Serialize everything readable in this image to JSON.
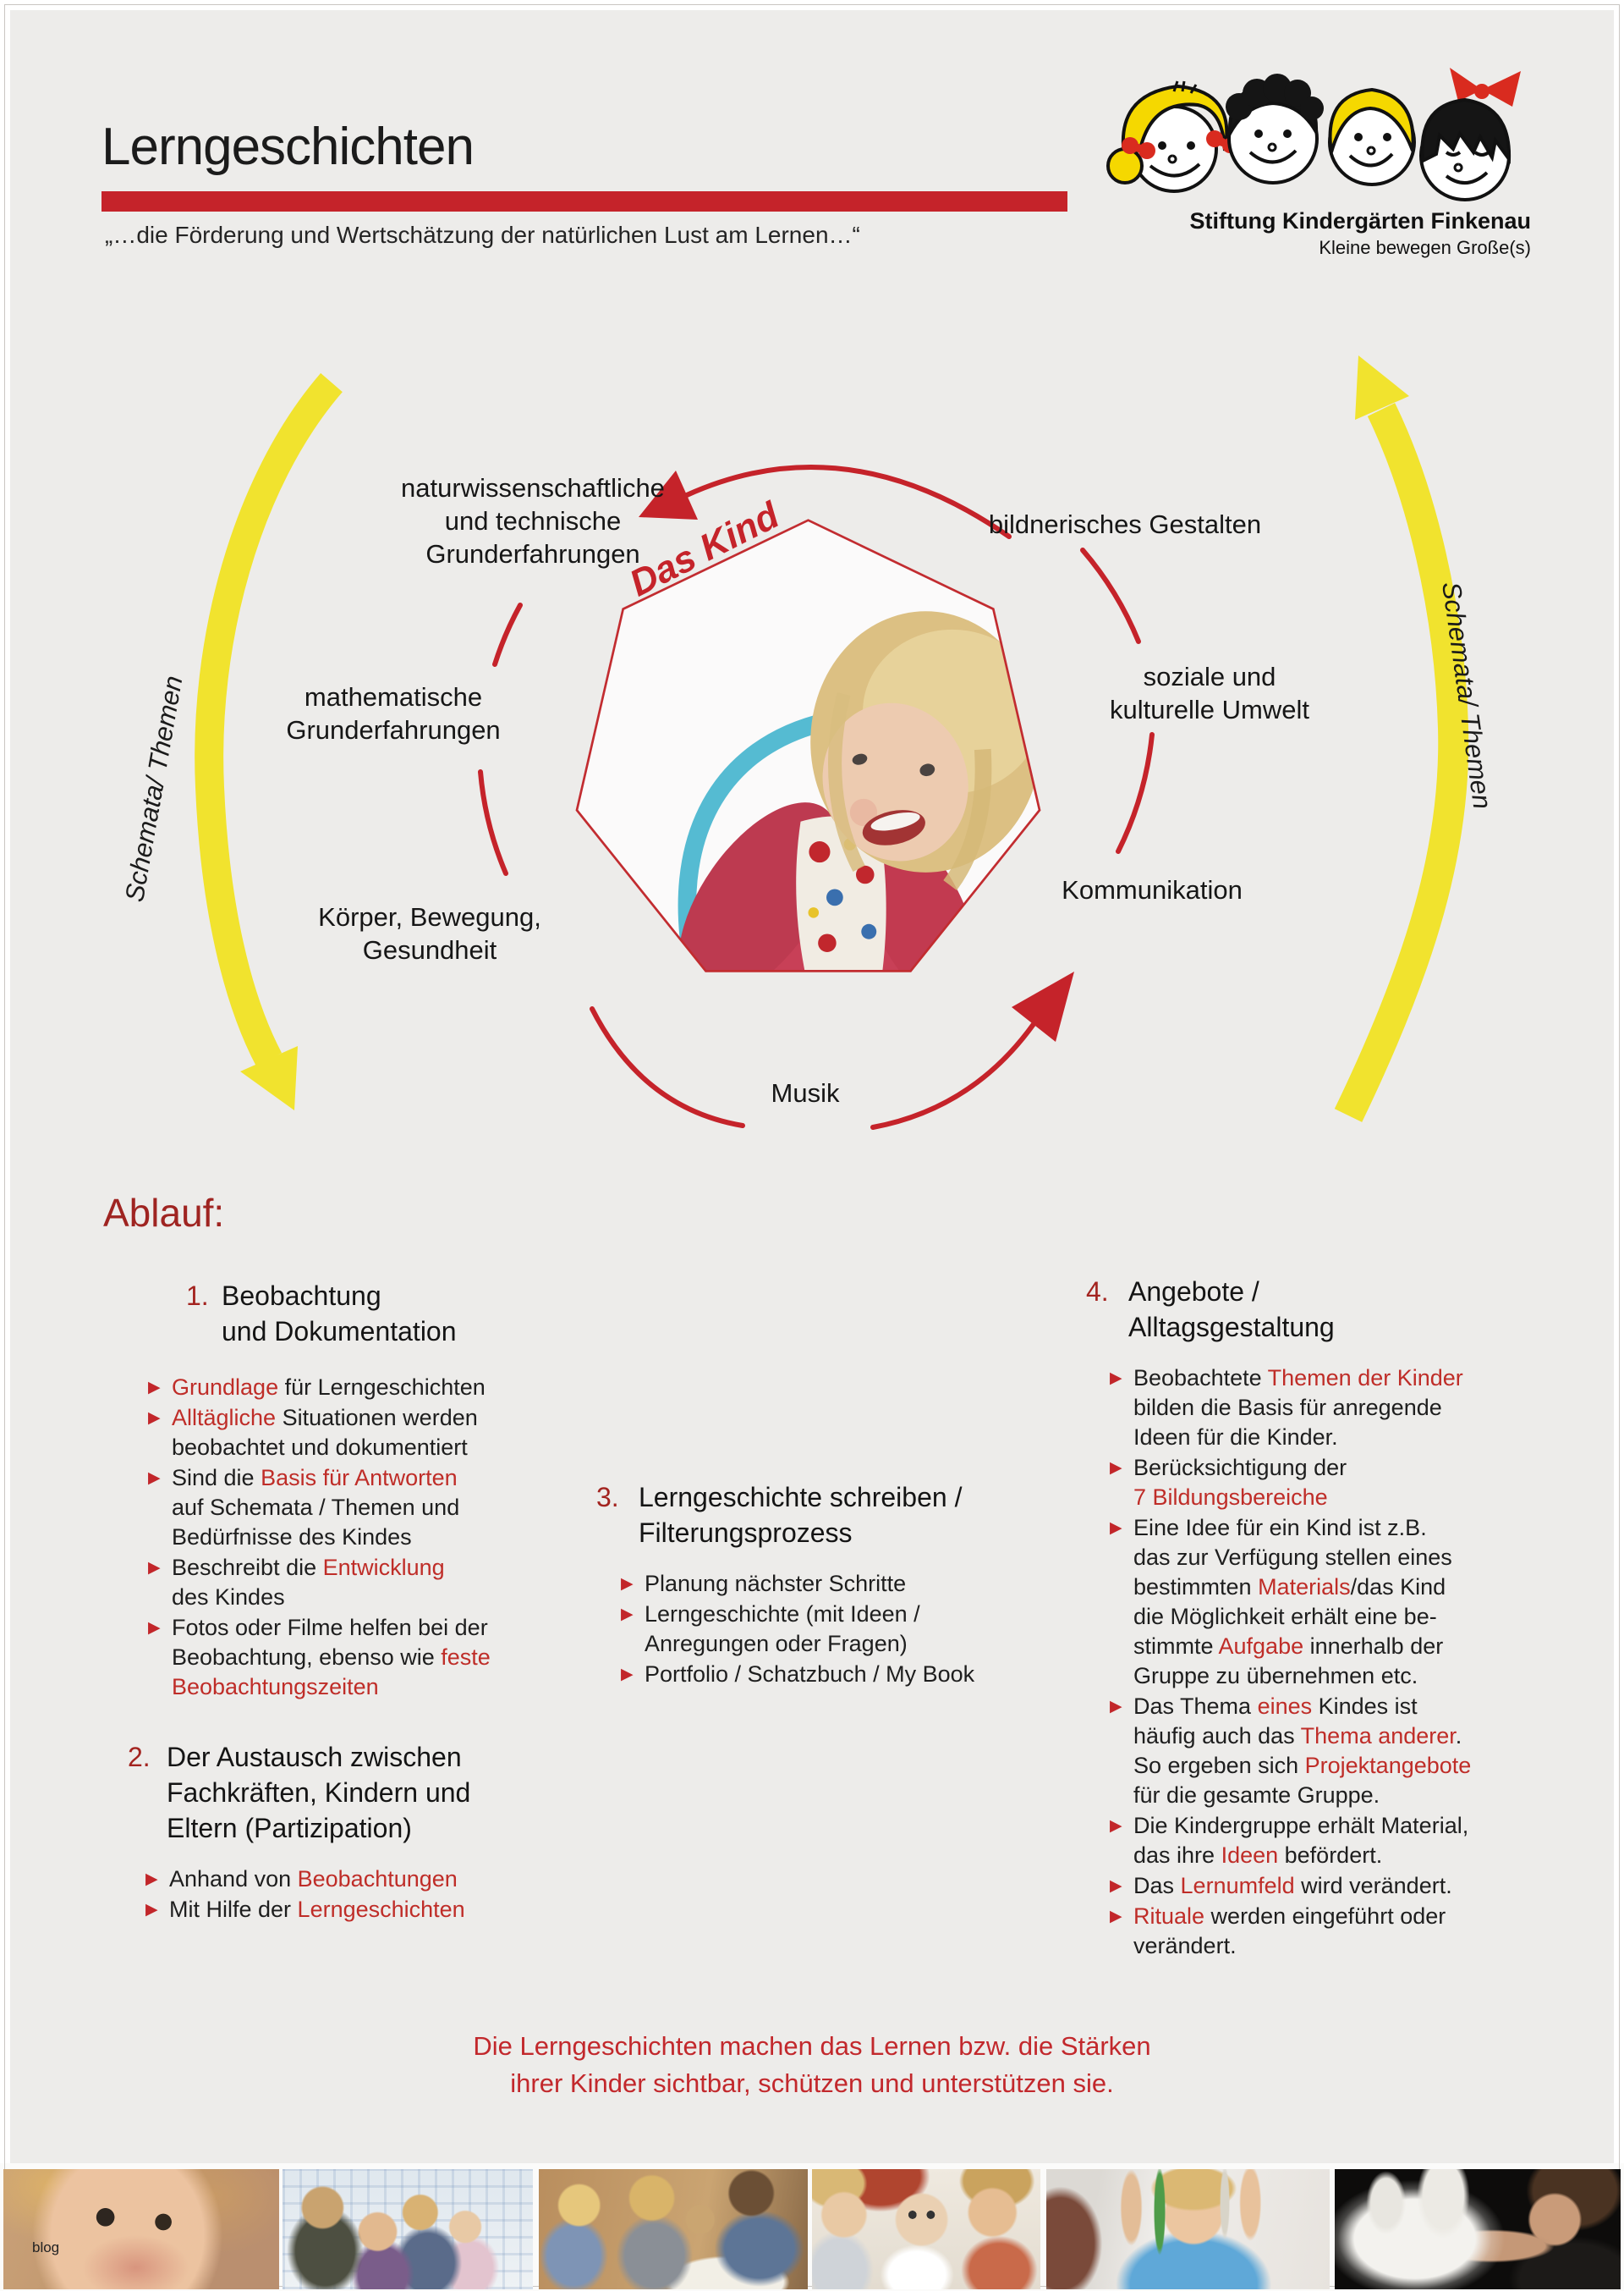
{
  "page": {
    "title": "Lerngeschichten",
    "subtitle": "„…die Förderung und Wertschätzung der natürlichen Lust am Lernen…“",
    "footer_line1": "Die Lerngeschichten machen das Lernen bzw. die Stärken",
    "footer_line2": "ihrer Kinder sichtbar, schützen und unterstützen sie.",
    "watermark": "blog"
  },
  "logo": {
    "org_name": "Stiftung Kindergärten Finkenau",
    "tagline": "Kleine bewegen Große(s)"
  },
  "colors": {
    "accent_red": "#c5232a",
    "dark_red": "#9f2421",
    "highlight_red": "#bf2d28",
    "yellow": "#f1e32e",
    "page_bg": "#edecea"
  },
  "icons": {
    "bullet": "▶"
  },
  "diagram": {
    "center_label": "Das Kind",
    "side_label_left": "Schemata/ Themen",
    "side_label_right": "Schemata/ Themen",
    "areas": [
      {
        "label": "naturwissenschaftliche\nund technische\nGrunderfahrungen"
      },
      {
        "label": "bildnerisches Gestalten"
      },
      {
        "label": "mathematische\nGrunderfahrungen"
      },
      {
        "label": "soziale und\nkulturelle Umwelt"
      },
      {
        "label": "Körper, Bewegung,\nGesundheit"
      },
      {
        "label": "Kommunikation"
      },
      {
        "label": "Musik"
      }
    ]
  },
  "ablauf": {
    "heading": "Ablauf:",
    "sections": [
      {
        "num": "1.",
        "h1": "Beobachtung",
        "h2": "und Dokumentation",
        "h3": "",
        "bullets": [
          {
            "seg": [
              {
                "t": "Grundlage",
                "red": true
              },
              {
                "t": " für Lerngeschichten"
              }
            ]
          },
          {
            "seg": [
              {
                "t": "Alltägliche",
                "red": true
              },
              {
                "t": " Situationen werden\nbeobachtet und dokumentiert"
              }
            ]
          },
          {
            "seg": [
              {
                "t": "Sind die "
              },
              {
                "t": "Basis für Antworten",
                "red": true
              },
              {
                "t": "\nauf Schemata / Themen und\nBedürfnisse des Kindes"
              }
            ]
          },
          {
            "seg": [
              {
                "t": "Beschreibt die "
              },
              {
                "t": "Entwicklung",
                "red": true
              },
              {
                "t": "\ndes Kindes"
              }
            ]
          },
          {
            "seg": [
              {
                "t": "Fotos oder Filme helfen bei der\nBeobachtung, ebenso wie "
              },
              {
                "t": "feste\nBeobachtungszeiten",
                "red": true
              }
            ]
          }
        ]
      },
      {
        "num": "2.",
        "h1": "Der Austausch zwischen",
        "h2": "Fachkräften, Kindern und",
        "h3": "Eltern (Partizipation)",
        "bullets": [
          {
            "seg": [
              {
                "t": "Anhand von "
              },
              {
                "t": "Beobachtungen",
                "red": true
              }
            ]
          },
          {
            "seg": [
              {
                "t": "Mit Hilfe der "
              },
              {
                "t": "Lerngeschichten",
                "red": true
              }
            ]
          }
        ]
      },
      {
        "num": "3.",
        "h1": "Lerngeschichte schreiben /",
        "h2": "Filterungsprozess",
        "h3": "",
        "bullets": [
          {
            "seg": [
              {
                "t": "Planung nächster Schritte"
              }
            ]
          },
          {
            "seg": [
              {
                "t": "Lerngeschichte (mit Ideen /\nAnregungen oder Fragen)"
              }
            ]
          },
          {
            "seg": [
              {
                "t": "Portfolio / Schatzbuch / My Book"
              }
            ]
          }
        ]
      },
      {
        "num": "4.",
        "h1": "Angebote /",
        "h2": "Alltagsgestaltung",
        "h3": "",
        "bullets": [
          {
            "seg": [
              {
                "t": "Beobachtete "
              },
              {
                "t": "Themen der Kinder",
                "red": true
              },
              {
                "t": "\nbilden die Basis für anregende\nIdeen für die Kinder."
              }
            ]
          },
          {
            "seg": [
              {
                "t": "Berücksichtigung der\n"
              },
              {
                "t": "7 Bildungsbereiche",
                "red": true
              }
            ]
          },
          {
            "seg": [
              {
                "t": "Eine Idee für ein Kind ist z.B.\ndas zur Verfügung stellen eines\nbestimmten "
              },
              {
                "t": "Materials",
                "red": true
              },
              {
                "t": "/das Kind\ndie Möglichkeit erhält eine be-\nstimmte "
              },
              {
                "t": "Aufgabe",
                "red": true
              },
              {
                "t": " innerhalb der\nGruppe zu übernehmen etc."
              }
            ]
          },
          {
            "seg": [
              {
                "t": "Das Thema "
              },
              {
                "t": "eines",
                "red": true
              },
              {
                "t": " Kindes ist\nhäufig auch das "
              },
              {
                "t": "Thema anderer",
                "red": true
              },
              {
                "t": ".\nSo ergeben sich "
              },
              {
                "t": "Projektangebote",
                "red": true
              },
              {
                "t": "\nfür die gesamte Gruppe."
              }
            ]
          },
          {
            "seg": [
              {
                "t": "Die Kindergruppe erhält Material,\ndas ihre "
              },
              {
                "t": "Ideen",
                "red": true
              },
              {
                "t": " befördert."
              }
            ]
          },
          {
            "seg": [
              {
                "t": "Das "
              },
              {
                "t": "Lernumfeld",
                "red": true
              },
              {
                "t": " wird verändert."
              }
            ]
          },
          {
            "seg": [
              {
                "t": "Rituale",
                "red": true
              },
              {
                "t": " werden eingeführt oder\nverändert."
              }
            ]
          }
        ]
      }
    ]
  },
  "bottom_strip": {
    "photos": [
      {
        "name": "photo-child-closeup"
      },
      {
        "name": "photo-children-toothbrushing"
      },
      {
        "name": "photo-children-reading-book"
      },
      {
        "name": "photo-children-with-doll"
      },
      {
        "name": "photo-boy-test-tubes"
      },
      {
        "name": "photo-girl-foam-play"
      }
    ]
  }
}
